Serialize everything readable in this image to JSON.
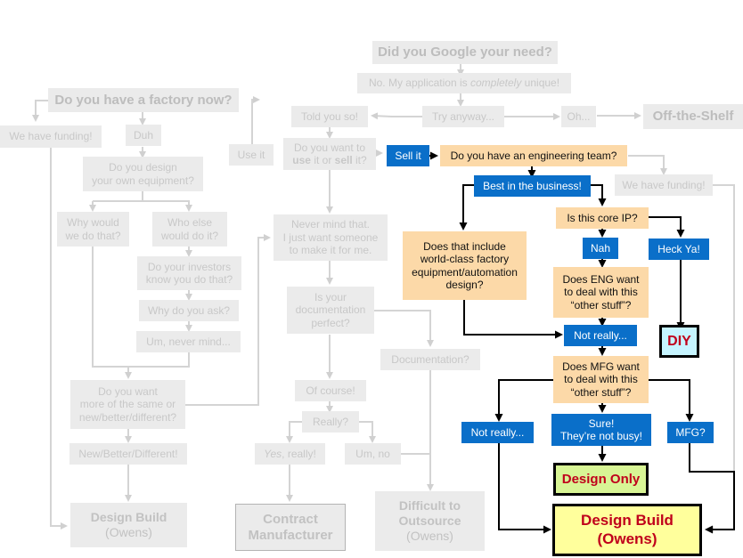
{
  "colors": {
    "gray_box": "#ebebeb",
    "gray_text": "#c8c8c8",
    "blue_box": "#0a6fc9",
    "tan_box": "#fcd9a8",
    "diy_box": "#c6f4ff",
    "design_only_box": "#d8f595",
    "design_build_box": "#ffff9c",
    "outcome_text": "#c0001b"
  },
  "gray_path": {
    "google": "Did you Google your need?",
    "unique_pre": "No. My application is ",
    "unique_em": "completely",
    "unique_post": " unique!",
    "try_anyway": "Try anyway...",
    "oh": "Oh...",
    "off_shelf": "Off-the-Shelf",
    "told_you": "Told you so!",
    "use_or_sell_1": "Do you want to",
    "use_or_sell_2a": "use",
    "use_or_sell_2b": " it or ",
    "use_or_sell_2c": "sell",
    "use_or_sell_2d": " it?",
    "use_it": "Use it",
    "factory": "Do you have a factory now?",
    "funding_left": "We have funding!",
    "duh": "Duh",
    "design_own_1": "Do you design",
    "design_own_2": "your own equipment?",
    "why_would_1": "Why would",
    "why_would_2": "we do that?",
    "who_else_1": "Who else",
    "who_else_2": "would do it?",
    "investors_1": "Do your investors",
    "investors_2": "know you do that?",
    "why_ask": "Why do you ask?",
    "never_mind_short": "Um, never mind...",
    "more_same_1": "Do you want",
    "more_same_2": "more of the same or",
    "more_same_3": "new/better/different?",
    "new_better": "New/Better/Different!",
    "design_build_left_1": "Design Build",
    "design_build_left_2": "(Owens)",
    "never_mind_1": "Never  mind that.",
    "never_mind_2": "I just want someone",
    "never_mind_3": "to make it for me.",
    "docs_1": "Is your",
    "docs_2": "documentation",
    "docs_3": "perfect?",
    "documentation_q": "Documentation?",
    "of_course": "Of course!",
    "really": "Really?",
    "yes_really_em": "Yes",
    "yes_really_rest": ", really!",
    "um_no": "Um, no",
    "contract_1": "Contract",
    "contract_2": "Manufacturer",
    "difficult_1": "Difficult to",
    "difficult_2": "Outsource",
    "difficult_3": "(Owens)",
    "funding_right": "We have funding!"
  },
  "active_path": {
    "sell_it": "Sell it",
    "eng_team": "Do you have an engineering team?",
    "best": "Best in the business!",
    "world_class_1": "Does that include",
    "world_class_2": "world-class factory",
    "world_class_3": "equipment/automation",
    "world_class_4": "design?",
    "core_ip": "Is this core IP?",
    "nah": "Nah",
    "heck_ya": "Heck Ya!",
    "eng_other_1": "Does ENG want",
    "eng_other_2": "to deal with this",
    "eng_other_3": "“other stuff”?",
    "not_really_mid": "Not really...",
    "diy": "DIY",
    "mfg_other_1": "Does MFG want",
    "mfg_other_2": "to deal with this",
    "mfg_other_3": "“other stuff”?",
    "not_really_left": "Not really...",
    "sure_1": "Sure!",
    "sure_2": "They’re  not busy!",
    "mfg_q": "MFG?",
    "design_only": "Design Only",
    "design_build_1": "Design Build",
    "design_build_2": "(Owens)"
  }
}
